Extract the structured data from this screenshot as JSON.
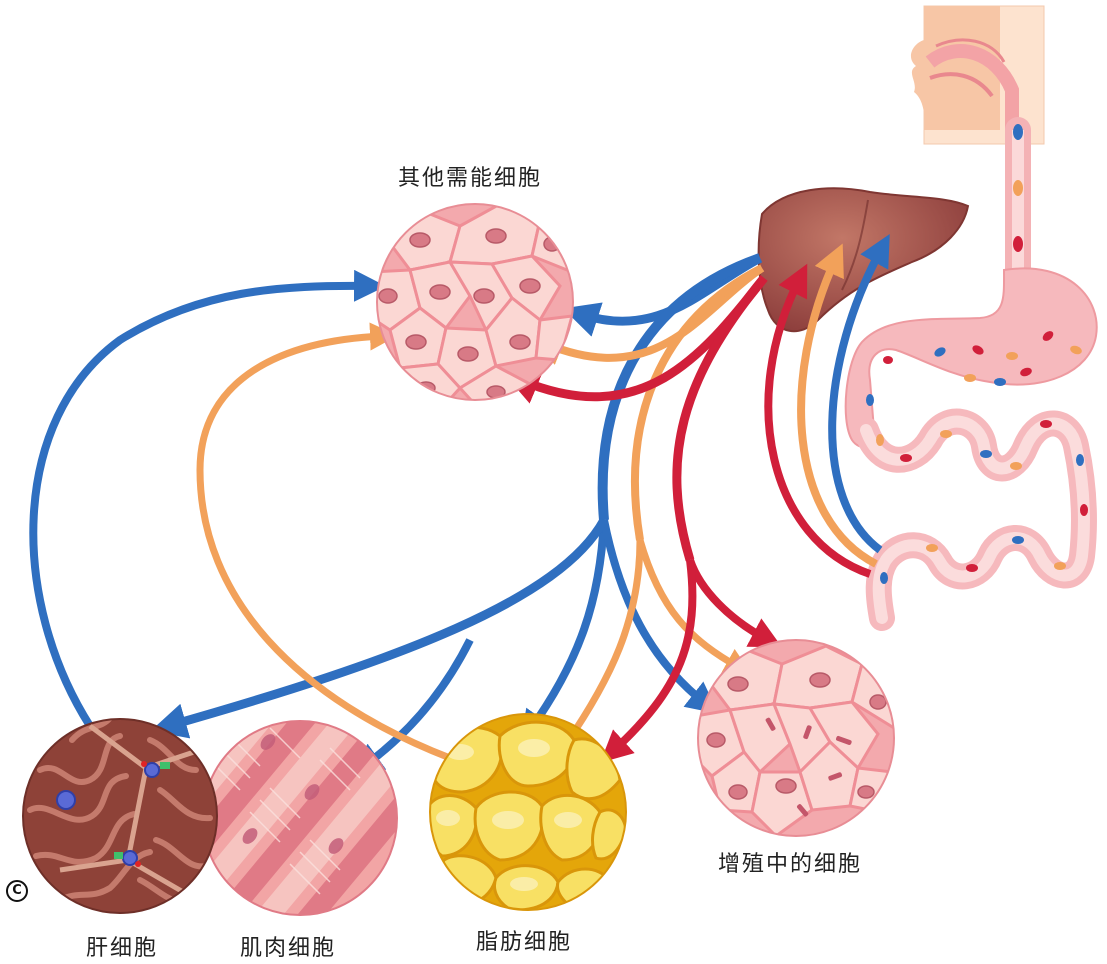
{
  "labels": {
    "other_cells": "其他需能细胞",
    "proliferating_cells": "增殖中的细胞",
    "fat_cells": "脂肪细胞",
    "muscle_cells": "肌肉细胞",
    "liver_cells": "肝细胞",
    "copyright": "C"
  },
  "colors": {
    "blue_pathway": "#2f6fc0",
    "orange_pathway": "#f2a15a",
    "red_pathway": "#d11f3a",
    "liver_organ": "#a9584f",
    "digestive_tract": "#f6b9bd",
    "fat_tissue": "#f2cc3a",
    "cell_pink": "#f7c7c7"
  },
  "icons": {
    "head": "head-profile-icon",
    "liver": "liver-organ-icon",
    "stomach": "stomach-icon",
    "intestine": "intestine-icon"
  }
}
